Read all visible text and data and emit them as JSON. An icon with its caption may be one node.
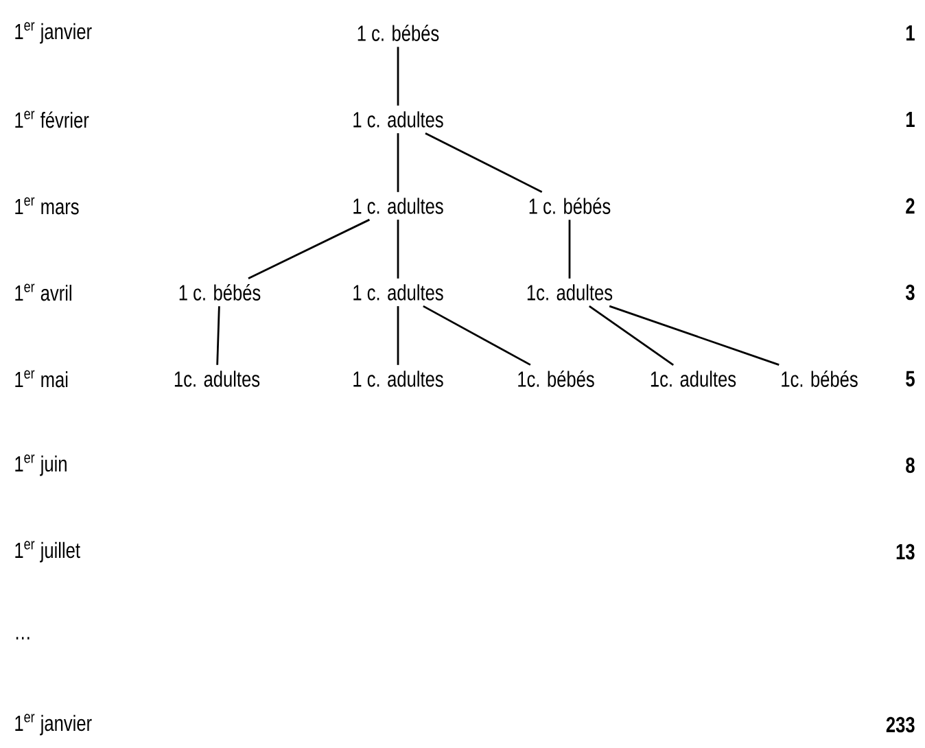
{
  "diagram": {
    "nodes": [
      {
        "text": [
          "1 c. bébés"
        ]
      },
      {
        "text": [
          "1 c. adultes"
        ]
      },
      {
        "text": [
          "1 c. adultes"
        ]
      },
      {
        "text": [
          "1 c. bébés"
        ]
      },
      {
        "text": [
          "1 c. bébés"
        ]
      },
      {
        "text": [
          "1 c. adultes"
        ]
      },
      {
        "text": [
          "1c. adultes"
        ]
      },
      {
        "text": [
          "1c. adultes"
        ]
      },
      {
        "text": [
          "1 c. adultes"
        ]
      },
      {
        "text": [
          "1c. bébés"
        ]
      },
      {
        "text": [
          "1c. adultes"
        ]
      },
      {
        "text": [
          "1c. bébés"
        ]
      }
    ],
    "edges": [
      {
        "from": 0,
        "to": 1,
        "arrow": "none"
      },
      {
        "from": 1,
        "to": 2,
        "arrow": "none"
      },
      {
        "from": 1,
        "to": 3,
        "arrow": "none"
      },
      {
        "from": 2,
        "to": 4,
        "arrow": "none"
      },
      {
        "from": 2,
        "to": 5,
        "arrow": "none"
      },
      {
        "from": 3,
        "to": 6,
        "arrow": "none"
      },
      {
        "from": 4,
        "to": 7,
        "arrow": "none"
      },
      {
        "from": 5,
        "to": 8,
        "arrow": "none"
      },
      {
        "from": 5,
        "to": 9,
        "arrow": "none"
      },
      {
        "from": 6,
        "to": 10,
        "arrow": "none"
      },
      {
        "from": 6,
        "to": 11,
        "arrow": "none"
      }
    ],
    "labels": [
      "1$^{er}$ janvier",
      "1",
      "1$^{er}$ février",
      "1",
      "1$^{er}$ mars",
      "2",
      "1$^{er}$ avril",
      "3",
      "1$^{er}$ mai",
      "5",
      "1$^{er}$ juin",
      "8",
      "1$^{er}$ juillet",
      "13",
      "…",
      "1$^{er}$ janvier",
      "233"
    ]
  }
}
